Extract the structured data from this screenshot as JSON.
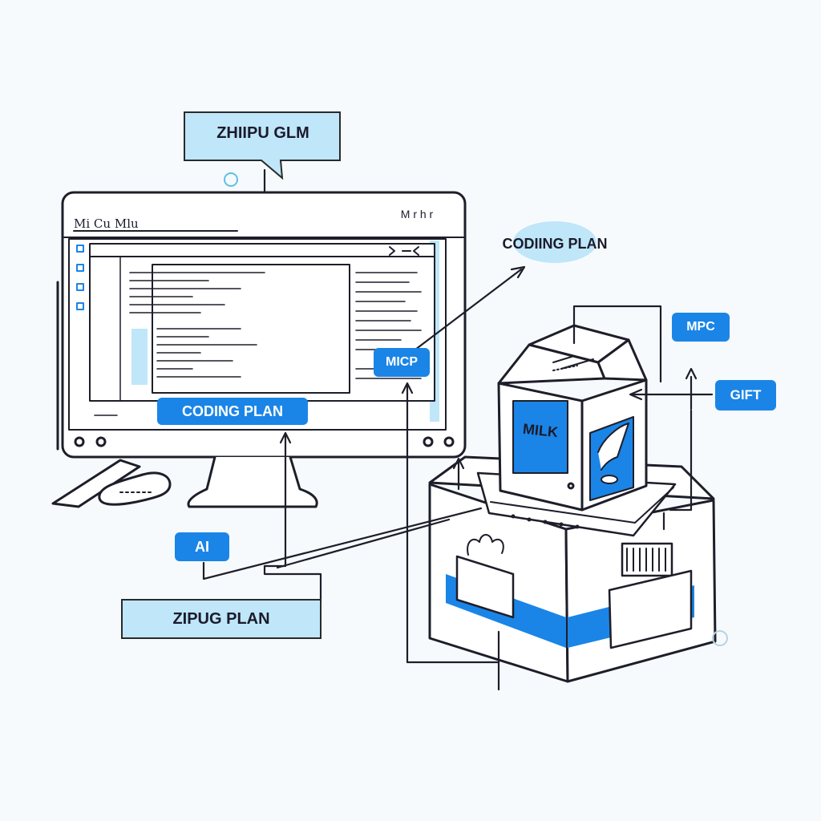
{
  "labels": {
    "zhipu_glm": "ZHIIPU GLM",
    "screen_title": "Mi Cu Mlu",
    "screen_badge": "M r h r",
    "coding_plan_top": "CODIING PLAN",
    "coding_plan_screen": "CODING PLAN",
    "micp": "MICP",
    "mpc": "MPC",
    "gift": "GIFT",
    "ai": "AI",
    "zipug_plan": "ZIPUG PLAN",
    "milk": "MILK"
  },
  "colors": {
    "ink": "#1e1e2a",
    "accent_blue": "#1a85e6",
    "light_blue": "#bfe6f9",
    "background": "#f7fafd"
  }
}
